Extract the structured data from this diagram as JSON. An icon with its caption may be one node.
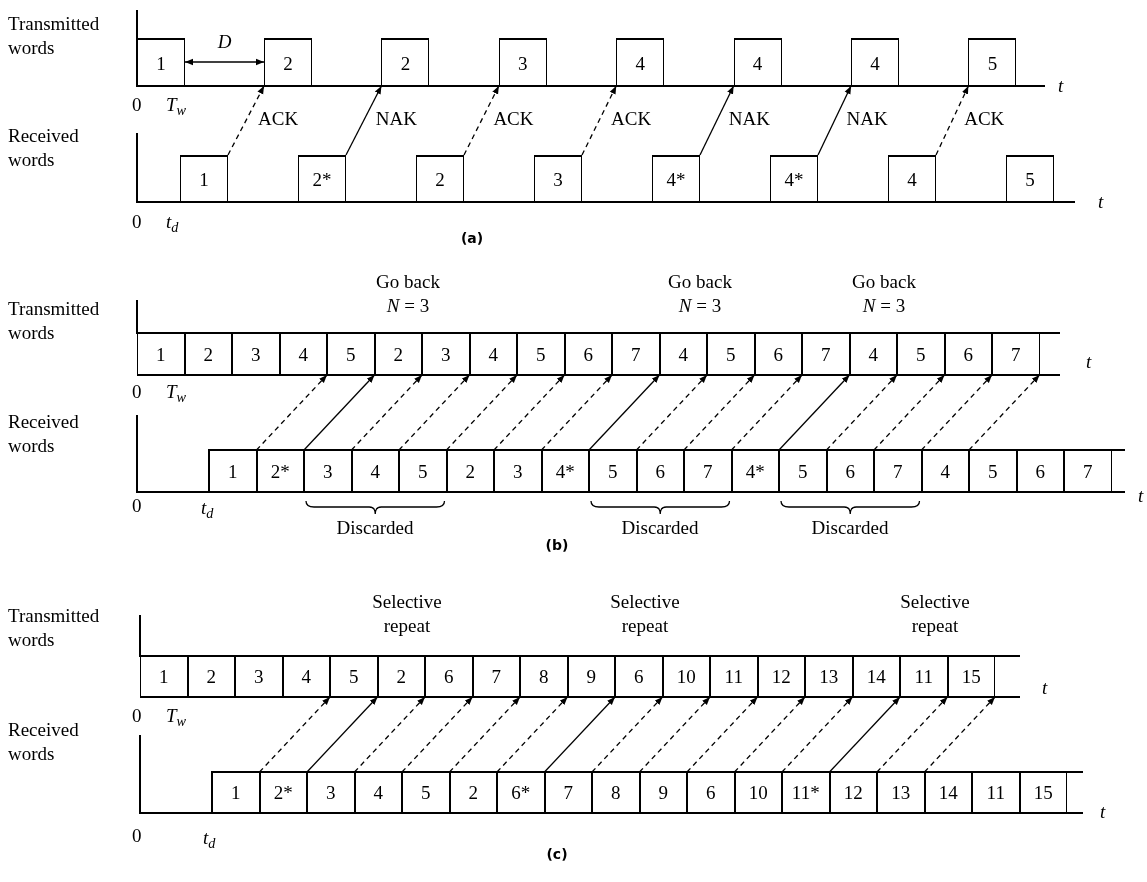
{
  "diagram": {
    "nodes": [
      {
        "text": [
          "1"
        ]
      },
      {
        "text": [
          "2"
        ]
      },
      {
        "text": [
          "2"
        ]
      },
      {
        "text": [
          "3"
        ]
      },
      {
        "text": [
          "4"
        ]
      },
      {
        "text": [
          "4"
        ]
      },
      {
        "text": [
          "4"
        ]
      },
      {
        "text": [
          "5"
        ]
      },
      {
        "text": [
          "1"
        ]
      },
      {
        "text": [
          "2*"
        ]
      },
      {
        "text": [
          "2"
        ]
      },
      {
        "text": [
          "3"
        ]
      },
      {
        "text": [
          "4*"
        ]
      },
      {
        "text": [
          "4*"
        ]
      },
      {
        "text": [
          "4"
        ]
      },
      {
        "text": [
          "5"
        ]
      },
      {
        "text": [
          "1"
        ]
      },
      {
        "text": [
          "2"
        ]
      },
      {
        "text": [
          "3"
        ]
      },
      {
        "text": [
          "4"
        ]
      },
      {
        "text": [
          "5"
        ]
      },
      {
        "text": [
          "2"
        ]
      },
      {
        "text": [
          "3"
        ]
      },
      {
        "text": [
          "4"
        ]
      },
      {
        "text": [
          "5"
        ]
      },
      {
        "text": [
          "6"
        ]
      },
      {
        "text": [
          "7"
        ]
      },
      {
        "text": [
          "4"
        ]
      },
      {
        "text": [
          "5"
        ]
      },
      {
        "text": [
          "6"
        ]
      },
      {
        "text": [
          "7"
        ]
      },
      {
        "text": [
          "4"
        ]
      },
      {
        "text": [
          "5"
        ]
      },
      {
        "text": [
          "6"
        ]
      },
      {
        "text": [
          "7"
        ]
      },
      {
        "text": [
          "1"
        ]
      },
      {
        "text": [
          "2*"
        ]
      },
      {
        "text": [
          "3"
        ]
      },
      {
        "text": [
          "4"
        ]
      },
      {
        "text": [
          "5"
        ]
      },
      {
        "text": [
          "2"
        ]
      },
      {
        "text": [
          "3"
        ]
      },
      {
        "text": [
          "4*"
        ]
      },
      {
        "text": [
          "5"
        ]
      },
      {
        "text": [
          "6"
        ]
      },
      {
        "text": [
          "7"
        ]
      },
      {
        "text": [
          "4*"
        ]
      },
      {
        "text": [
          "5"
        ]
      },
      {
        "text": [
          "6"
        ]
      },
      {
        "text": [
          "7"
        ]
      },
      {
        "text": [
          "4"
        ]
      },
      {
        "text": [
          "5"
        ]
      },
      {
        "text": [
          "6"
        ]
      },
      {
        "text": [
          "7"
        ]
      },
      {
        "text": [
          "1"
        ]
      },
      {
        "text": [
          "2"
        ]
      },
      {
        "text": [
          "3"
        ]
      },
      {
        "text": [
          "4"
        ]
      },
      {
        "text": [
          "5"
        ]
      },
      {
        "text": [
          "2"
        ]
      },
      {
        "text": [
          "6"
        ]
      },
      {
        "text": [
          "7"
        ]
      },
      {
        "text": [
          "8"
        ]
      },
      {
        "text": [
          "9"
        ]
      },
      {
        "text": [
          "6"
        ]
      },
      {
        "text": [
          "10"
        ]
      },
      {
        "text": [
          "11"
        ]
      },
      {
        "text": [
          "12"
        ]
      },
      {
        "text": [
          "13"
        ]
      },
      {
        "text": [
          "14"
        ]
      },
      {
        "text": [
          "11"
        ]
      },
      {
        "text": [
          "15"
        ]
      },
      {
        "text": [
          "1"
        ]
      },
      {
        "text": [
          "2*"
        ]
      },
      {
        "text": [
          "3"
        ]
      },
      {
        "text": [
          "4"
        ]
      },
      {
        "text": [
          "5"
        ]
      },
      {
        "text": [
          "2"
        ]
      },
      {
        "text": [
          "6*"
        ]
      },
      {
        "text": [
          "7"
        ]
      },
      {
        "text": [
          "8"
        ]
      },
      {
        "text": [
          "9"
        ]
      },
      {
        "text": [
          "6"
        ]
      },
      {
        "text": [
          "10"
        ]
      },
      {
        "text": [
          "11*"
        ]
      },
      {
        "text": [
          "12"
        ]
      },
      {
        "text": [
          "13"
        ]
      },
      {
        "text": [
          "14"
        ]
      },
      {
        "text": [
          "11"
        ]
      },
      {
        "text": [
          "15"
        ]
      }
    ],
    "edges": [
      {
        "from": 0,
        "to": 1,
        "arrow": "both",
        "label": "D"
      },
      {
        "from": 8,
        "to": 1,
        "arrow": "to",
        "label": "ACK",
        "style": "dashed"
      },
      {
        "from": 9,
        "to": 2,
        "arrow": "to",
        "label": "NAK"
      },
      {
        "from": 10,
        "to": 3,
        "arrow": "to",
        "label": "ACK",
        "style": "dashed"
      },
      {
        "from": 11,
        "to": 4,
        "arrow": "to",
        "label": "ACK",
        "style": "dashed"
      },
      {
        "from": 12,
        "to": 5,
        "arrow": "to",
        "label": "NAK"
      },
      {
        "from": 13,
        "to": 6,
        "arrow": "to",
        "label": "NAK"
      },
      {
        "from": 14,
        "to": 7,
        "arrow": "to",
        "label": "ACK",
        "style": "dashed"
      },
      {
        "from": 35,
        "to": 19,
        "arrow": "to",
        "style": "dashed"
      },
      {
        "from": 36,
        "to": 20,
        "arrow": "to"
      },
      {
        "from": 37,
        "to": 21,
        "arrow": "to",
        "style": "dashed"
      },
      {
        "from": 38,
        "to": 22,
        "arrow": "to",
        "style": "dashed"
      },
      {
        "from": 39,
        "to": 23,
        "arrow": "to",
        "style": "dashed"
      },
      {
        "from": 40,
        "to": 24,
        "arrow": "to",
        "style": "dashed"
      },
      {
        "from": 41,
        "to": 25,
        "arrow": "to",
        "style": "dashed"
      },
      {
        "from": 42,
        "to": 26,
        "arrow": "to"
      },
      {
        "from": 43,
        "to": 27,
        "arrow": "to",
        "style": "dashed"
      },
      {
        "from": 44,
        "to": 28,
        "arrow": "to",
        "style": "dashed"
      },
      {
        "from": 45,
        "to": 29,
        "arrow": "to",
        "style": "dashed"
      },
      {
        "from": 46,
        "to": 30,
        "arrow": "to"
      },
      {
        "from": 47,
        "to": 31,
        "arrow": "to",
        "style": "dashed"
      },
      {
        "from": 48,
        "to": 32,
        "arrow": "to",
        "style": "dashed"
      },
      {
        "from": 49,
        "to": 33,
        "arrow": "to",
        "style": "dashed"
      },
      {
        "from": 50,
        "to": 34,
        "arrow": "to",
        "style": "dashed"
      },
      {
        "from": 72,
        "to": 57,
        "arrow": "to",
        "style": "dashed"
      },
      {
        "from": 73,
        "to": 58,
        "arrow": "to"
      },
      {
        "from": 74,
        "to": 59,
        "arrow": "to",
        "style": "dashed"
      },
      {
        "from": 75,
        "to": 60,
        "arrow": "to",
        "style": "dashed"
      },
      {
        "from": 76,
        "to": 61,
        "arrow": "to",
        "style": "dashed"
      },
      {
        "from": 77,
        "to": 62,
        "arrow": "to",
        "style": "dashed"
      },
      {
        "from": 78,
        "to": 63,
        "arrow": "to"
      },
      {
        "from": 79,
        "to": 64,
        "arrow": "to",
        "style": "dashed"
      },
      {
        "from": 80,
        "to": 65,
        "arrow": "to",
        "style": "dashed"
      },
      {
        "from": 81,
        "to": 66,
        "arrow": "to",
        "style": "dashed"
      },
      {
        "from": 82,
        "to": 67,
        "arrow": "to",
        "style": "dashed"
      },
      {
        "from": 83,
        "to": 68,
        "arrow": "to",
        "style": "dashed"
      },
      {
        "from": 84,
        "to": 69,
        "arrow": "to"
      },
      {
        "from": 85,
        "to": 70,
        "arrow": "to",
        "style": "dashed"
      },
      {
        "from": 86,
        "to": 71,
        "arrow": "to",
        "style": "dashed"
      }
    ],
    "labels": [
      "Transmitted words",
      "0",
      "T$_{w}$",
      "t",
      "Received words",
      "0",
      "t$_{d}$",
      "t",
      "(a)",
      "Transmitted words",
      "Go back *N* = 3",
      "Go back *N* = 3",
      "Go back *N* = 3",
      "0",
      "T$_{w}$",
      "t",
      "Received words",
      "0",
      "t$_{d}$",
      "t",
      "Discarded",
      "Discarded",
      "Discarded",
      "(b)",
      "Transmitted words",
      "Selective repeat",
      "Selective repeat",
      "Selective repeat",
      "0",
      "T$_{w}$",
      "t",
      "Received words",
      "0",
      "t$_{d}$",
      "t",
      "(c)"
    ]
  }
}
